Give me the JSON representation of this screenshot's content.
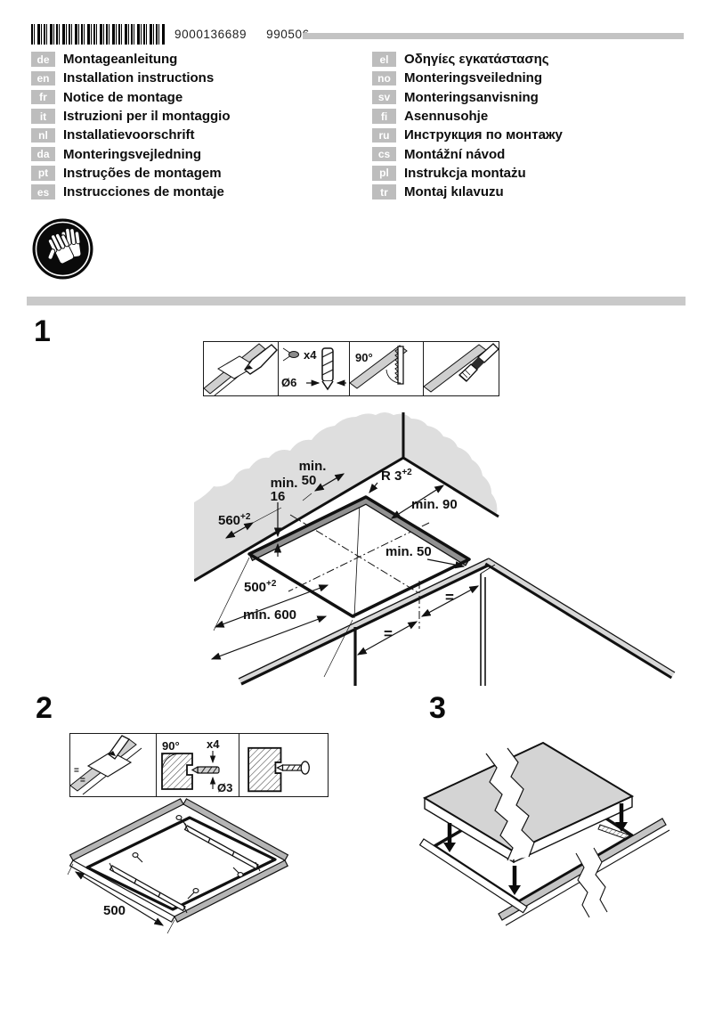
{
  "header": {
    "part_number": "9000136689",
    "doc_code": "990506"
  },
  "languages": {
    "left": [
      {
        "code": "de",
        "title": "Montageanleitung"
      },
      {
        "code": "en",
        "title": "Installation instructions"
      },
      {
        "code": "fr",
        "title": "Notice de montage"
      },
      {
        "code": "it",
        "title": "Istruzioni per il montaggio"
      },
      {
        "code": "nl",
        "title": "Installatievoorschrift"
      },
      {
        "code": "da",
        "title": "Monteringsvejledning"
      },
      {
        "code": "pt",
        "title": "Instruções de montagem"
      },
      {
        "code": "es",
        "title": "Instrucciones de montaje"
      }
    ],
    "right": [
      {
        "code": "el",
        "title": "Οδηγίες εγκατάστασης"
      },
      {
        "code": "no",
        "title": "Monteringsveiledning"
      },
      {
        "code": "sv",
        "title": "Monteringsanvisning"
      },
      {
        "code": "fi",
        "title": "Asennusohje"
      },
      {
        "code": "ru",
        "title": "Инструкция по монтажу"
      },
      {
        "code": "cs",
        "title": "Montážní návod"
      },
      {
        "code": "pl",
        "title": "Instrukcja montażu"
      },
      {
        "code": "tr",
        "title": "Montaj kılavuzu"
      }
    ]
  },
  "safety": {
    "icon": "wear-protective-gloves"
  },
  "sections": {
    "one": "1",
    "two": "2",
    "three": "3"
  },
  "fig1": {
    "steps": {
      "count": "x4",
      "hole_diameter": "Ø6",
      "angle": "90°"
    },
    "dims": {
      "rear_min_l1": "min.",
      "rear_min_l2": "50",
      "rim_min_l1": "min.",
      "rim_min_l2": "16",
      "radius": "R 3",
      "radius_sup": "+2",
      "side_min": "min. 90",
      "front_min": "min. 50",
      "width": "560",
      "width_sup": "+2",
      "depth": "500",
      "depth_sup": "+2",
      "worktop_depth": "min. 600",
      "eq_a": "=",
      "eq_b": "="
    }
  },
  "fig2": {
    "steps": {
      "angle": "90°",
      "count": "x4",
      "hole_diameter": "Ø3",
      "eq_a": "=",
      "eq_b": "="
    },
    "dims": {
      "rail_distance": "500"
    }
  }
}
